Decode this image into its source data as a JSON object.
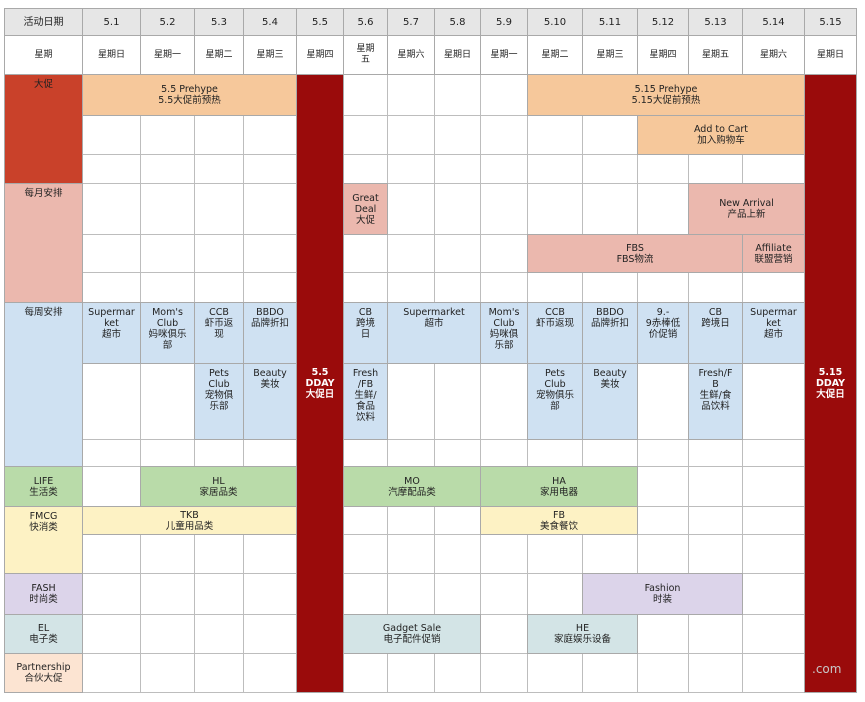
{
  "colors": {
    "header": "#e6e6e6",
    "promo_label": "#c9412a",
    "promo_block": "#f6c89b",
    "monthly_label": "#ebb8ae",
    "monthly_block": "#ebb8ae",
    "weekly": "#cfe1f2",
    "life": "#b9dba9",
    "fmcg": "#fdf2c4",
    "fash": "#dcd4ea",
    "el": "#d3e4e6",
    "partnership": "#fce4d2",
    "dday": "#9a0b0b",
    "grid": "#bdbdbd"
  },
  "header": {
    "row1_label": "活动日期",
    "row2_label": "星期",
    "dates": [
      "5.1",
      "5.2",
      "5.3",
      "5.4",
      "5.5",
      "5.6",
      "5.7",
      "5.8",
      "5.9",
      "5.10",
      "5.11",
      "5.12",
      "5.13",
      "5.14",
      "5.15"
    ],
    "weekdays": [
      "星期日",
      "星期一",
      "星期二",
      "星期三",
      "星期四",
      "星期\n五",
      "星期六",
      "星期日",
      "星期一",
      "星期二",
      "星期三",
      "星期四",
      "星期五",
      "星期六",
      "星期日"
    ]
  },
  "sections": [
    {
      "key": "promo",
      "label": "大促"
    },
    {
      "key": "monthly",
      "label": "每月安排"
    },
    {
      "key": "weekly",
      "label": "每周安排"
    },
    {
      "key": "life",
      "label": "LIFE\n生活类"
    },
    {
      "key": "fmcg",
      "label": "FMCG\n快消类"
    },
    {
      "key": "fash",
      "label": "FASH\n时尚类"
    },
    {
      "key": "el",
      "label": "EL\n电子类"
    },
    {
      "key": "partnership",
      "label": "Partnership\n合伙大促"
    }
  ],
  "dday": [
    {
      "label": "5.5\nDDAY\n大促日"
    },
    {
      "label": "5.15\nDDAY\n大促日"
    }
  ],
  "events": [
    {
      "text": "5.5 Prehype\n5.5大促前预热",
      "color": "promo_block"
    },
    {
      "text": "5.15 Prehype\n5.15大促前预热",
      "color": "promo_block"
    },
    {
      "text": "Add to Cart\n加入购物车",
      "color": "promo_block"
    },
    {
      "text": "Great\nDeal\n大促",
      "color": "monthly_block"
    },
    {
      "text": "New Arrival\n产品上新",
      "color": "monthly_block"
    },
    {
      "text": "FBS\nFBS物流",
      "color": "monthly_block"
    },
    {
      "text": "Affiliate\n联盟营销",
      "color": "monthly_block"
    },
    {
      "text": "Supermar\nket\n超市",
      "color": "weekly"
    },
    {
      "text": "Mom's\nClub\n妈咪俱乐\n部",
      "color": "weekly"
    },
    {
      "text": "CCB\n虾币返\n现",
      "color": "weekly"
    },
    {
      "text": "BBDO\n品牌折扣",
      "color": "weekly"
    },
    {
      "text": "CB\n跨境\n日",
      "color": "weekly"
    },
    {
      "text": "Supermarket\n超市",
      "color": "weekly"
    },
    {
      "text": "Mom's\nClub\n妈咪俱\n乐部",
      "color": "weekly"
    },
    {
      "text": "CCB\n虾币返现",
      "color": "weekly"
    },
    {
      "text": "BBDO\n品牌折扣",
      "color": "weekly"
    },
    {
      "text": "9.-\n9赤棒低\n价促销",
      "color": "weekly"
    },
    {
      "text": "CB\n跨境日",
      "color": "weekly"
    },
    {
      "text": "Supermar\nket\n超市",
      "color": "weekly"
    },
    {
      "text": "Pets\nClub\n宠物俱\n乐部",
      "color": "weekly"
    },
    {
      "text": "Beauty\n美妆",
      "color": "weekly"
    },
    {
      "text": "Fresh\n/FB\n生鲜/\n食品\n饮料",
      "color": "weekly"
    },
    {
      "text": "Pets\nClub\n宠物俱乐\n部",
      "color": "weekly"
    },
    {
      "text": "Beauty\n美妆",
      "color": "weekly"
    },
    {
      "text": "Fresh/F\nB\n生鲜/食\n品饮料",
      "color": "weekly"
    },
    {
      "text": "HL\n家居品类",
      "color": "life"
    },
    {
      "text": "MO\n汽摩配品类",
      "color": "life"
    },
    {
      "text": "HA\n家用电器",
      "color": "life"
    },
    {
      "text": "TKB\n儿童用品类",
      "color": "fmcg"
    },
    {
      "text": "FB\n美食餐饮",
      "color": "fmcg"
    },
    {
      "text": "Fashion\n时装",
      "color": "fash"
    },
    {
      "text": "Gadget Sale\n电子配件促销",
      "color": "el"
    },
    {
      "text": "HE\n家庭娱乐设备",
      "color": "el"
    }
  ],
  "watermark": ".com"
}
